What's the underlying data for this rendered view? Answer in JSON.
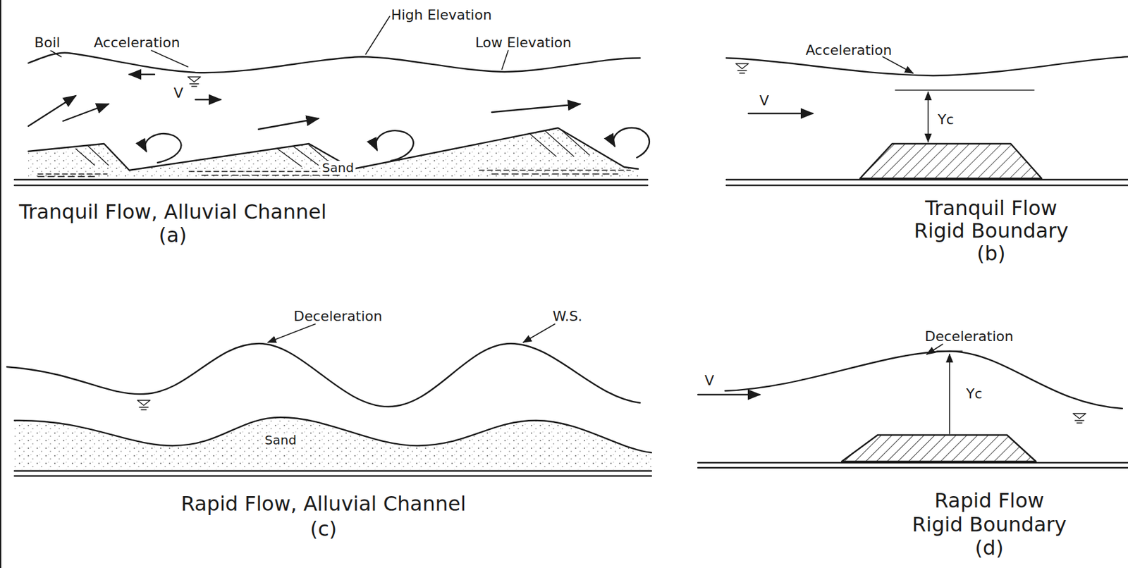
{
  "diagram": {
    "labels": [
      "Boil",
      "Acceleration",
      "High Elevation",
      "Low Elevation",
      "V",
      "Sand",
      "Tranquil Flow, Alluvial Channel",
      "(a)",
      "Acceleration",
      "V",
      "Yc",
      "Tranquil Flow",
      "Rigid Boundary",
      "(b)",
      "Deceleration",
      "W.S.",
      "Sand",
      "Rapid Flow, Alluvial Channel",
      "(c)",
      "Deceleration",
      "V",
      "Yc",
      "Rapid Flow",
      "Rigid Boundary",
      "(d)"
    ]
  }
}
